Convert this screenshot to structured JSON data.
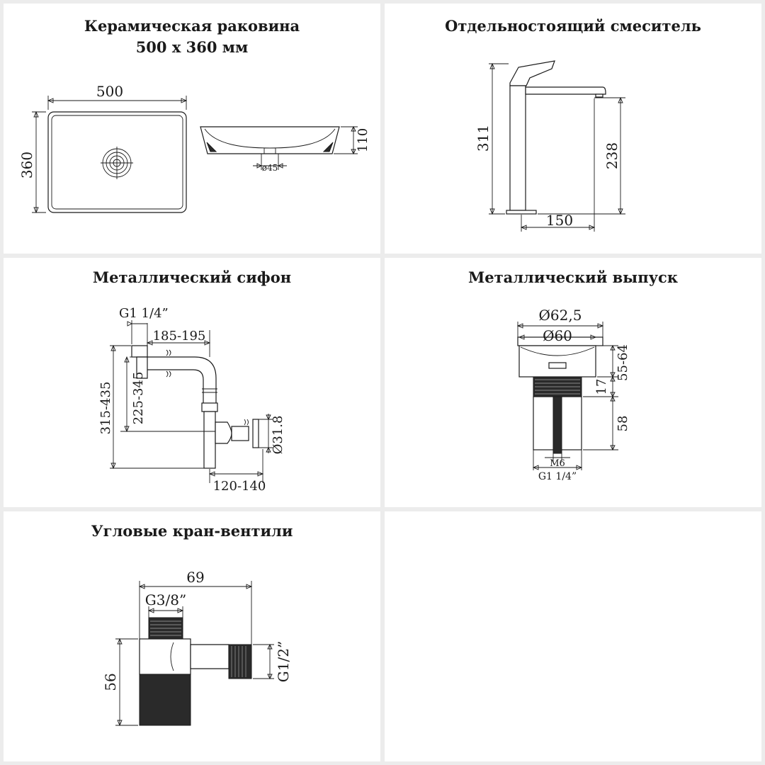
{
  "panels": {
    "sink": {
      "title_line1": "Керамическая раковина",
      "title_line2": "500 x 360 мм",
      "dim_width": "500",
      "dim_depth": "360",
      "dim_height": "110",
      "dim_drain": "ø45"
    },
    "mixer": {
      "title": "Отдельностоящий смеситель",
      "dim_total_height": "311",
      "dim_spout_height": "238",
      "dim_reach": "150"
    },
    "siphon": {
      "title": "Металлический сифон",
      "dim_thread": "G1 1/4”",
      "dim_horizontal": "185-195",
      "dim_total_height": "315-435",
      "dim_adjust_height": "225-345",
      "dim_outlet_diameter": "Ø31.8",
      "dim_outlet_offset": "120-140"
    },
    "drain": {
      "title": "Металлический выпуск",
      "dim_outer_diameter": "Ø62,5",
      "dim_inner_diameter": "Ø60",
      "dim_range": "55-64",
      "dim_ring": "17",
      "dim_thread_length": "58",
      "dim_bolt": "M6",
      "dim_thread": "G1 1/4”"
    },
    "valve": {
      "title": "Угловые кран-вентили",
      "dim_length": "69",
      "dim_inlet": "G3/8”",
      "dim_height": "56",
      "dim_outlet": "G1/2”"
    }
  },
  "colors": {
    "background": "#ececec",
    "panel": "#ffffff",
    "ink": "#1a1a1a"
  }
}
